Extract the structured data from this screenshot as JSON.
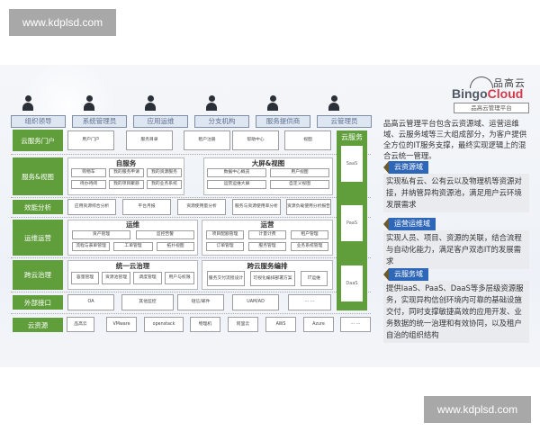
{
  "watermark": {
    "text": "www.kdplsd.com"
  },
  "roles": [
    "组织领导",
    "系统管理员",
    "应用运维",
    "分支机构",
    "服务提供商",
    "云管理员"
  ],
  "layers": {
    "portal": {
      "label": "云服务门户",
      "items": [
        "用户门户",
        "服务目录",
        "租户注册",
        "帮助中心",
        "视图"
      ]
    },
    "service_view": {
      "label": "服务&视图",
      "self_service": {
        "title": "自服务",
        "items": [
          "购物车",
          "我的服务申请",
          "我的资源服务",
          "待办待阅",
          "我的项目聚簖",
          "我的业务系统"
        ]
      },
      "big_screen": {
        "title": "大屏&视图",
        "items": [
          "数据中心概览",
          "用户视图",
          "运营运维大屏",
          "自定义视图"
        ]
      }
    },
    "analytics": {
      "label": "效能分析",
      "items": [
        "应用资源综合分析",
        "平台月报",
        "资源使用量分析",
        "服务与资源使用率分析",
        "资源负载使用分析报告"
      ]
    },
    "ops": {
      "label": "运维运营",
      "maintenance": {
        "title": "运维",
        "items": [
          "资产管理",
          "监控告警",
          "流程与表单管理",
          "工单管理",
          "拓扑视图"
        ]
      },
      "operation": {
        "title": "运营",
        "items": [
          "项目配额管理",
          "计量计费",
          "租户管理",
          "订单管理",
          "服务管理",
          "业务系统管理"
        ]
      }
    },
    "cross_cloud": {
      "label": "跨云治理",
      "governance": {
        "title": "统一云治理",
        "items": [
          "容量管理",
          "资源池管理",
          "调度管理",
          "用户与权限"
        ]
      },
      "orchestration": {
        "title": "跨云服务编排",
        "items": [
          "服务交付流程设计",
          "可视化编排部署方案",
          "IT运维"
        ]
      }
    },
    "external": {
      "label": "外部接口",
      "items": [
        "OA",
        "其他监控",
        "短信/邮件",
        "UAM/AD",
        "··· ···"
      ]
    },
    "resources": {
      "label": "云资源",
      "items": [
        "品高云",
        "VMware",
        "openstack",
        "物理机",
        "阿里云",
        "AWS",
        "Azure",
        "··· ···"
      ]
    }
  },
  "cloud_service": {
    "title": "云服务",
    "tiers": [
      "SaaS",
      "PaaS",
      "DaaS"
    ]
  },
  "logo": {
    "cn": "品高云",
    "en_part1": "Bingo",
    "en_part2": "Cloud",
    "subtitle": "品高云管理平台"
  },
  "intro": "品高云管理平台包含云资源域、运营运维域、云服务域等三大组成部分，为客户提供全方位的IT服务支撑，最终实现逻辑上的混合云统一管理。",
  "domains": [
    {
      "title": "云资源域",
      "desc": "实现私有云、公有云以及物理机等资源对接，并纳管异构资源池，满足用户云环境发展需求"
    },
    {
      "title": "运营运维域",
      "desc": "实现人员、项目、资源的关联，结合流程与自动化能力，满足客户双态IT的发展需求"
    },
    {
      "title": "云服务域",
      "desc": "提供IaaS、PaaS、DaaS等多层级资源服务，实现异构信创环境内可靠的基础设施交付，同时支撑敏捷高效的应用开发、业务数据的统一治理和有效协同，以及租户自治的组织结构"
    }
  ],
  "colors": {
    "layer_green": "#5f9e3a",
    "domain_blue": "#2f67b8",
    "brand_red": "#d23a4b",
    "role_fill": "#dde6f1"
  }
}
